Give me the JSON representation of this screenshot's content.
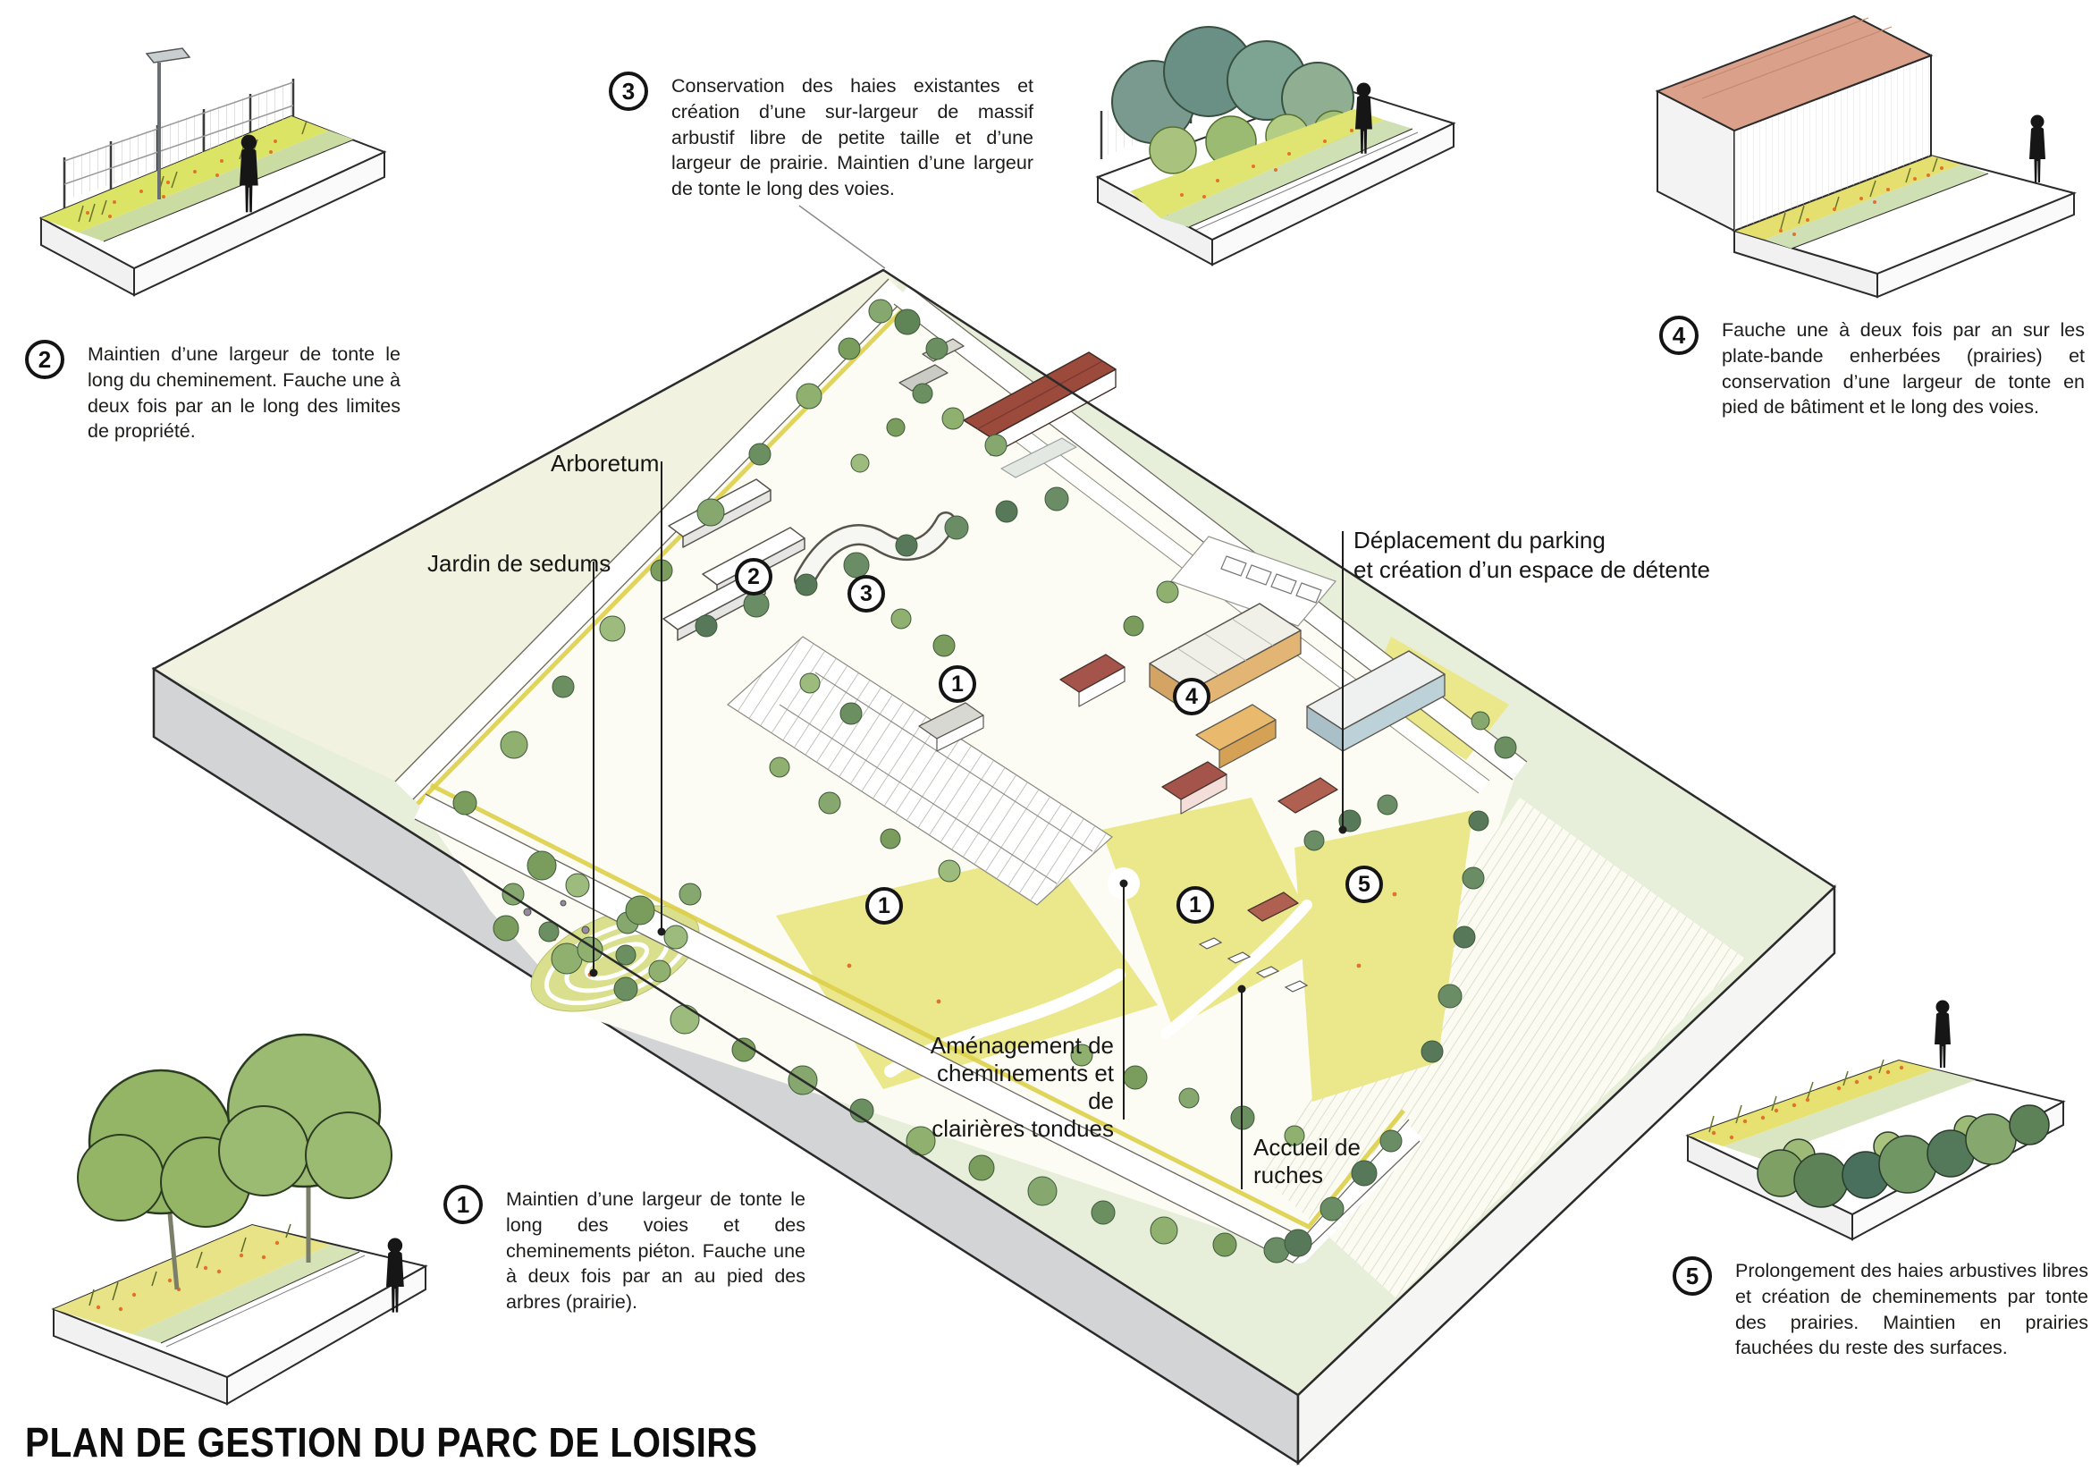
{
  "title": "PLAN DE GESTION DU PARC DE LOISIRS",
  "annotations": [
    {
      "number": "1",
      "text": "Maintien d’une largeur de tonte le long des voies et des cheminements piéton. Fauche une à deux fois par an au pied des arbres (prairie)."
    },
    {
      "number": "2",
      "text": "Maintien d’une largeur de tonte le long du cheminement. Fauche une à deux fois par an le long des limites de propriété."
    },
    {
      "number": "3",
      "text": "Conservation des haies existantes et création d’une sur-largeur de massif arbustif libre de petite taille et d’une largeur de prairie. Maintien d’une largeur de tonte le long des voies."
    },
    {
      "number": "4",
      "text": "Fauche une à deux fois par an sur les plate-bande enherbées (prairies) et conservation d’une largeur de tonte en pied de bâtiment et le long des voies."
    },
    {
      "number": "5",
      "text": "Prolongement des haies arbustives libres et création de cheminements par tonte des prairies. Maintien en prairies fauchées du reste des surfaces."
    }
  ],
  "map_labels": {
    "arboretum": "Arboretum",
    "jardin_sedums": "Jardin de sedums",
    "parking": "Déplacement du parking\net création d’un espace de détente",
    "amenagement": "Aménagement de\ncheminements et de\nclairières tondues",
    "ruches": "Accueil de\nruches"
  },
  "map_markers": [
    "2",
    "3",
    "1",
    "4",
    "1",
    "1",
    "5"
  ],
  "colors": {
    "field_cream": "#f1f2df",
    "field_green": "#e7eed9",
    "meadow_yellow": "#ebe78b",
    "tree_green": "#8fb06f",
    "hedge_dark": "#57795a",
    "roof_red": "#9c4a3c",
    "roof_salmon": "#daa089",
    "wall_tan": "#e2b575",
    "wall_blue": "#bdd1d9",
    "plate_gray": "#d2d4d5",
    "flower_orange": "#e0732c",
    "line_black": "#1d1d1b"
  }
}
